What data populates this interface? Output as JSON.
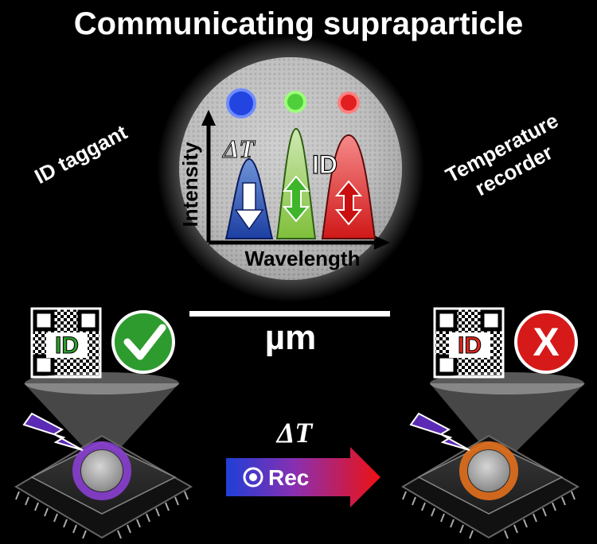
{
  "title": "Communicating supraparticle",
  "left_label": "ID taggant",
  "right_label_line1": "Temperature",
  "right_label_line2": "recorder",
  "spectrum": {
    "y_axis_label": "Intensity",
    "x_axis_label": "Wavelength",
    "delta_t_label": "ΔT",
    "id_label": "ID",
    "peaks": [
      {
        "color_name": "blue",
        "color": "#2f5bd6"
      },
      {
        "color_name": "green",
        "color": "#3fae2a"
      },
      {
        "color_name": "red",
        "color": "#e02020"
      }
    ]
  },
  "scale_bar_unit": "µm",
  "left_tag": {
    "id_text": "ID",
    "status": "check"
  },
  "right_tag": {
    "id_text": "ID",
    "status": "X"
  },
  "arrow": {
    "label": "ΔT",
    "button_text": "Rec"
  },
  "colors": {
    "check_green": "#2e9b2e",
    "cross_red": "#d61a1a",
    "left_glow": "#8a3fd1",
    "right_glow": "#e2701d",
    "lightning": "#5b2bb5"
  }
}
